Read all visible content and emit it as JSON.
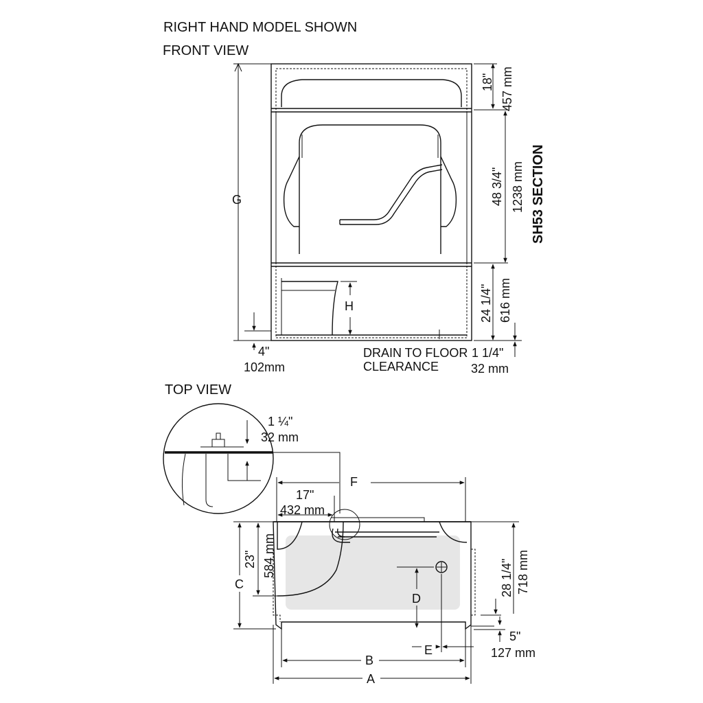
{
  "titles": {
    "model": "RIGHT HAND MODEL SHOWN",
    "front": "FRONT VIEW",
    "top": "TOP VIEW",
    "section": "SH53 SECTION"
  },
  "front_view": {
    "dim_top_in": "18\"",
    "dim_top_mm": "457 mm",
    "dim_mid_in": "48 3/4\"",
    "dim_mid_mm": "1238 mm",
    "dim_low_in": "24 1/4\"",
    "dim_low_mm": "616 mm",
    "label_g": "G",
    "label_h": "H",
    "dim_base_in": "4\"",
    "dim_base_mm": "102mm",
    "drain_line1": "DRAIN TO FLOOR",
    "drain_line2": "CLEARANCE",
    "drain_in": "1 1/4\"",
    "drain_mm": "32 mm"
  },
  "top_view": {
    "detail_in": "1 ¼\"",
    "detail_mm": "32 mm",
    "label_f": "F",
    "seat_in": "17\"",
    "seat_mm": "432 mm",
    "depth_in": "23\"",
    "depth_mm": "584 mm",
    "label_c": "C",
    "label_d": "D",
    "right_in": "28 1/4\"",
    "right_mm": "718 mm",
    "drain_off_in": "5\"",
    "drain_off_mm": "127 mm",
    "label_e": "E",
    "label_b": "B",
    "label_a": "A"
  },
  "colors": {
    "line": "#111111",
    "floor_fill": "#e6e6e6",
    "background": "#ffffff"
  }
}
